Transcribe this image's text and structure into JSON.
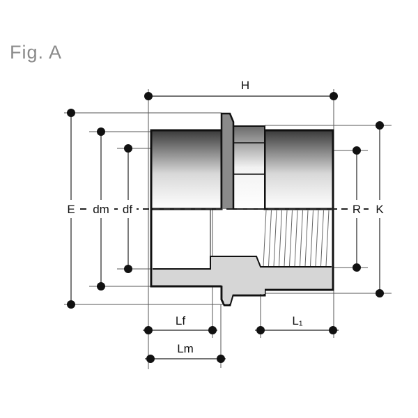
{
  "figure_label": "Fig. A",
  "dimensions": {
    "H": "H",
    "E": "E",
    "dm": "dm",
    "df": "df",
    "R": "R",
    "K": "K",
    "Lf": "Lf",
    "L1": "L₁",
    "Lm": "Lm"
  },
  "colors": {
    "outline": "#111111",
    "section_fill": "#d6d6d6",
    "dim_line": "#222222"
  }
}
